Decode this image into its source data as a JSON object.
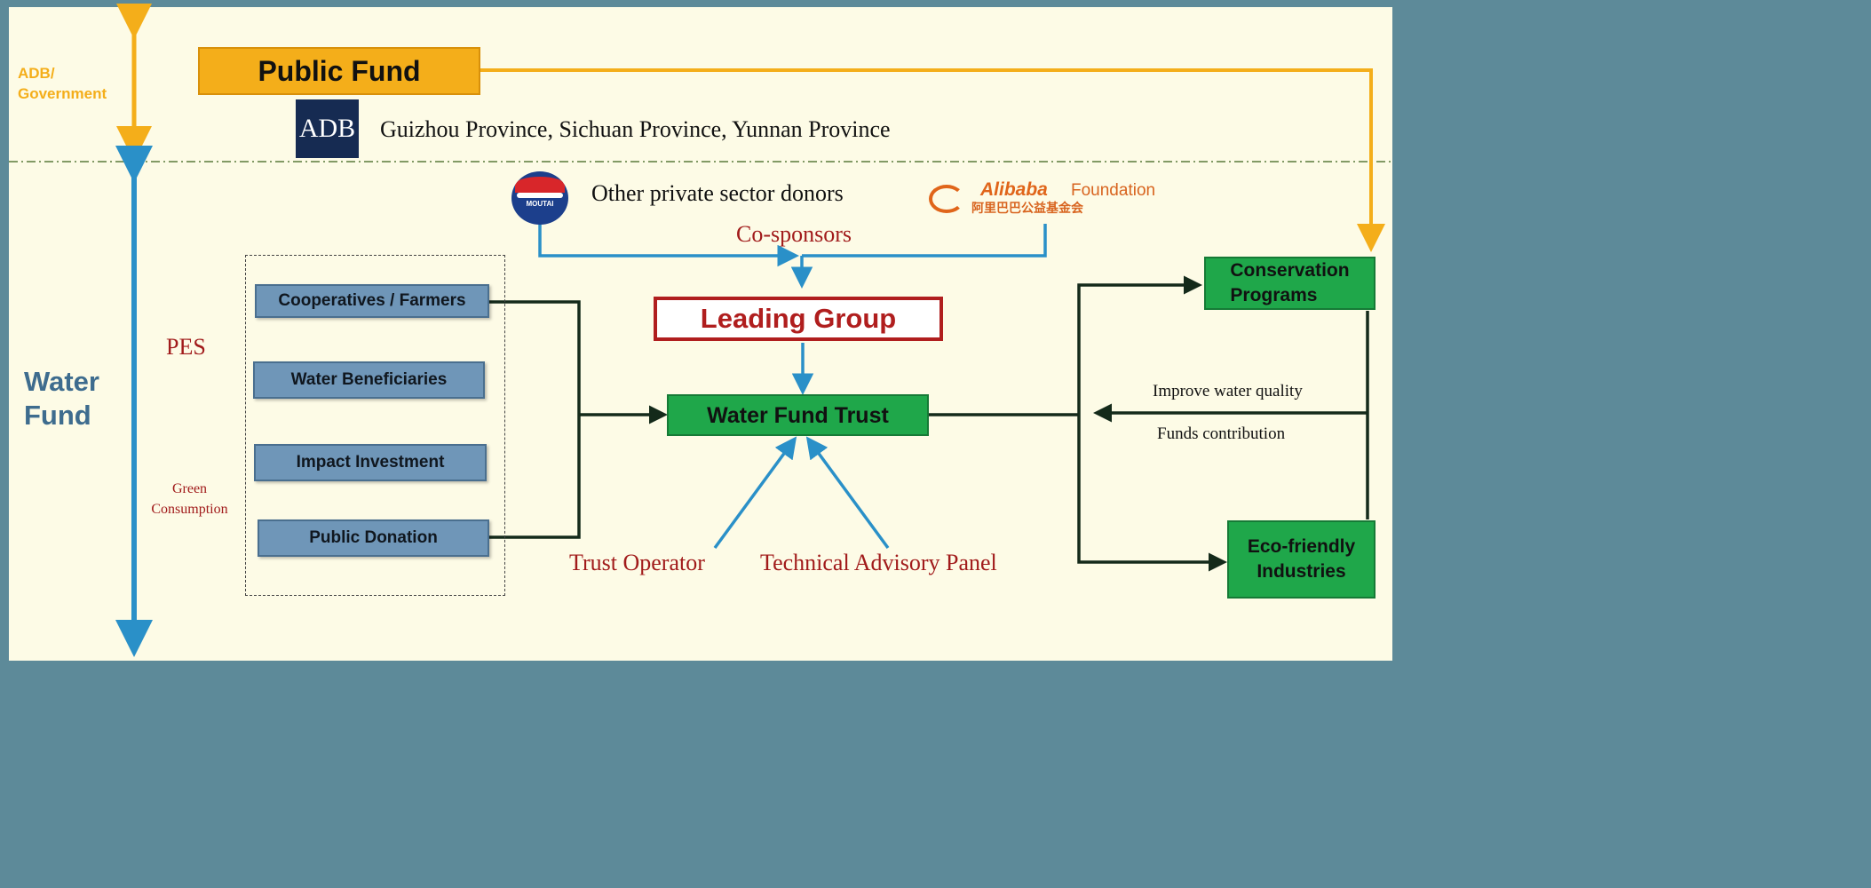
{
  "side_labels": {
    "top": "ADB/\nGovernment",
    "bottom": "Water\nFund"
  },
  "public_fund": {
    "title": "Public Fund",
    "adb_logo": "ADB",
    "provinces": "Guizhou Province, Sichuan Province, Yunnan Province"
  },
  "sponsors": {
    "moutai_logo": "MOUTAI",
    "other_donors": "Other private sector donors",
    "alibaba_name": "Alibaba",
    "alibaba_foundation": "Foundation",
    "alibaba_cn": "阿里巴巴公益基金会",
    "cosponsors": "Co-sponsors"
  },
  "pes": {
    "label": "PES",
    "green_label": "Green\nConsumption",
    "items": [
      "Cooperatives / Farmers",
      "Water Beneficiaries",
      "Impact Investment",
      "Public Donation"
    ]
  },
  "center": {
    "leading_group": "Leading Group",
    "trust": "Water Fund Trust",
    "trust_operator": "Trust Operator",
    "advisory_panel": "Technical Advisory Panel"
  },
  "right": {
    "conservation": "Conservation\nPrograms",
    "eco": "Eco-friendly\nIndustries",
    "improve": "Improve water quality",
    "funds": "Funds contribution"
  },
  "colors": {
    "orange": "#f4ae1a",
    "blue_arrow": "#2a90c8",
    "dark_red": "#a11b1b",
    "green_box": "#1fa74a",
    "blue_box": "#6f96b8",
    "side_blue": "#3e6c8e"
  }
}
